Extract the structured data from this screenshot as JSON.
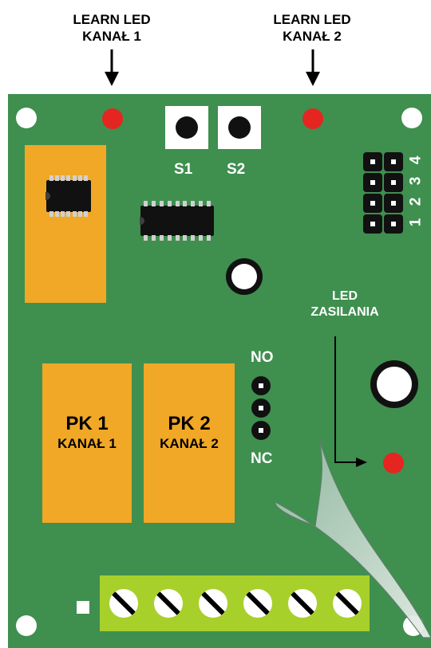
{
  "labels": {
    "learn_led_1": {
      "line1": "LEARN LED",
      "line2": "KANAŁ 1"
    },
    "learn_led_2": {
      "line1": "LEARN LED",
      "line2": "KANAŁ 2"
    },
    "s1": "S1",
    "s2": "S2",
    "jumper_numbers": [
      "4",
      "3",
      "2",
      "1"
    ],
    "led_zasilania": {
      "line1": "LED",
      "line2": "ZASILANIA"
    },
    "no": "NO",
    "nc": "NC",
    "relay_1": {
      "name": "PK 1",
      "channel": "KANAŁ 1"
    },
    "relay_2": {
      "name": "PK 2",
      "channel": "KANAŁ 2"
    }
  },
  "colors": {
    "board": "#3f8f4f",
    "relay": "#f0a826",
    "led": "#e52520",
    "terminal_block": "#a8d02b"
  }
}
